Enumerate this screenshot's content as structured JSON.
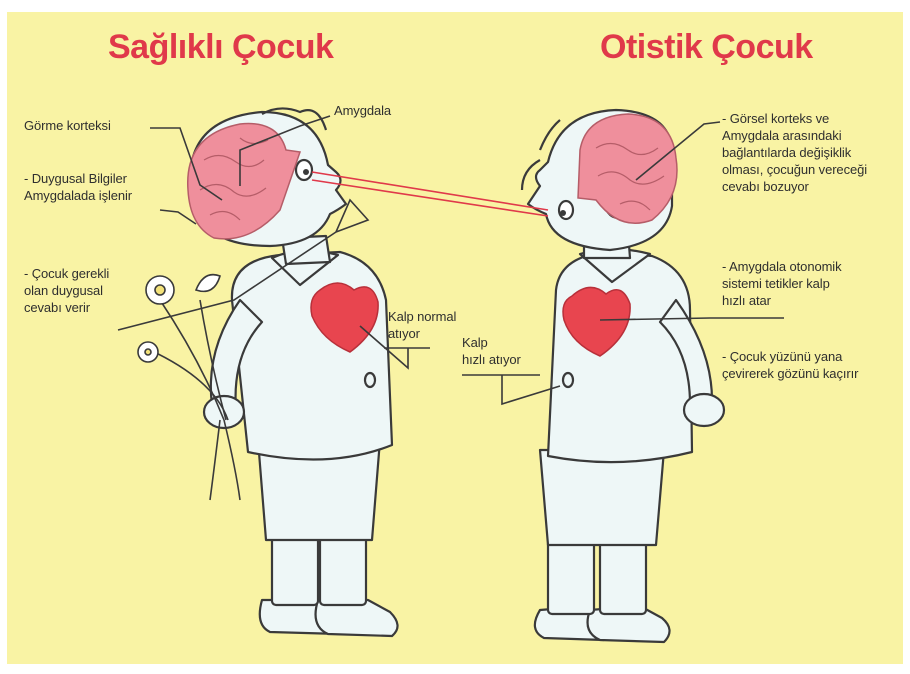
{
  "titles": {
    "left": "Sağlıklı Çocuk",
    "right": "Otistik Çocuk"
  },
  "left_labels": {
    "gorme_korteksi": "Görme korteksi",
    "amygdala": "Amygdala",
    "duygusal_bilgiler": "- Duygusal Bilgiler\nAmygdalada işlenir",
    "cocuk_gerekli": "- Çocuk gerekli\nolan duygusal\ncevabı verir",
    "kalp_normal": "Kalp normal\natıyor"
  },
  "right_labels": {
    "gorsel_korteks": "- Görsel korteks ve\nAmygdala arasındaki\nbağlantılarda değişiklik\nolması, çocuğun vereceği\ncevabı bozuyor",
    "amygdala_otonomik": "- Amygdala otonomik\nsistemi tetikler kalp\nhızlı atar",
    "kalp_hizli": "Kalp\nhızlı atıyor",
    "cocuk_yuzunu": "- Çocuk yüzünü yana\nçevirerek gözünü kaçırır"
  },
  "colors": {
    "background": "#f9f3a4",
    "title": "#e0394a",
    "brain": "#ef8f9c",
    "heart": "#e8454f",
    "line": "#3a3a3a",
    "body_fill": "#eef7f7",
    "gaze_line": "#e0394a"
  }
}
